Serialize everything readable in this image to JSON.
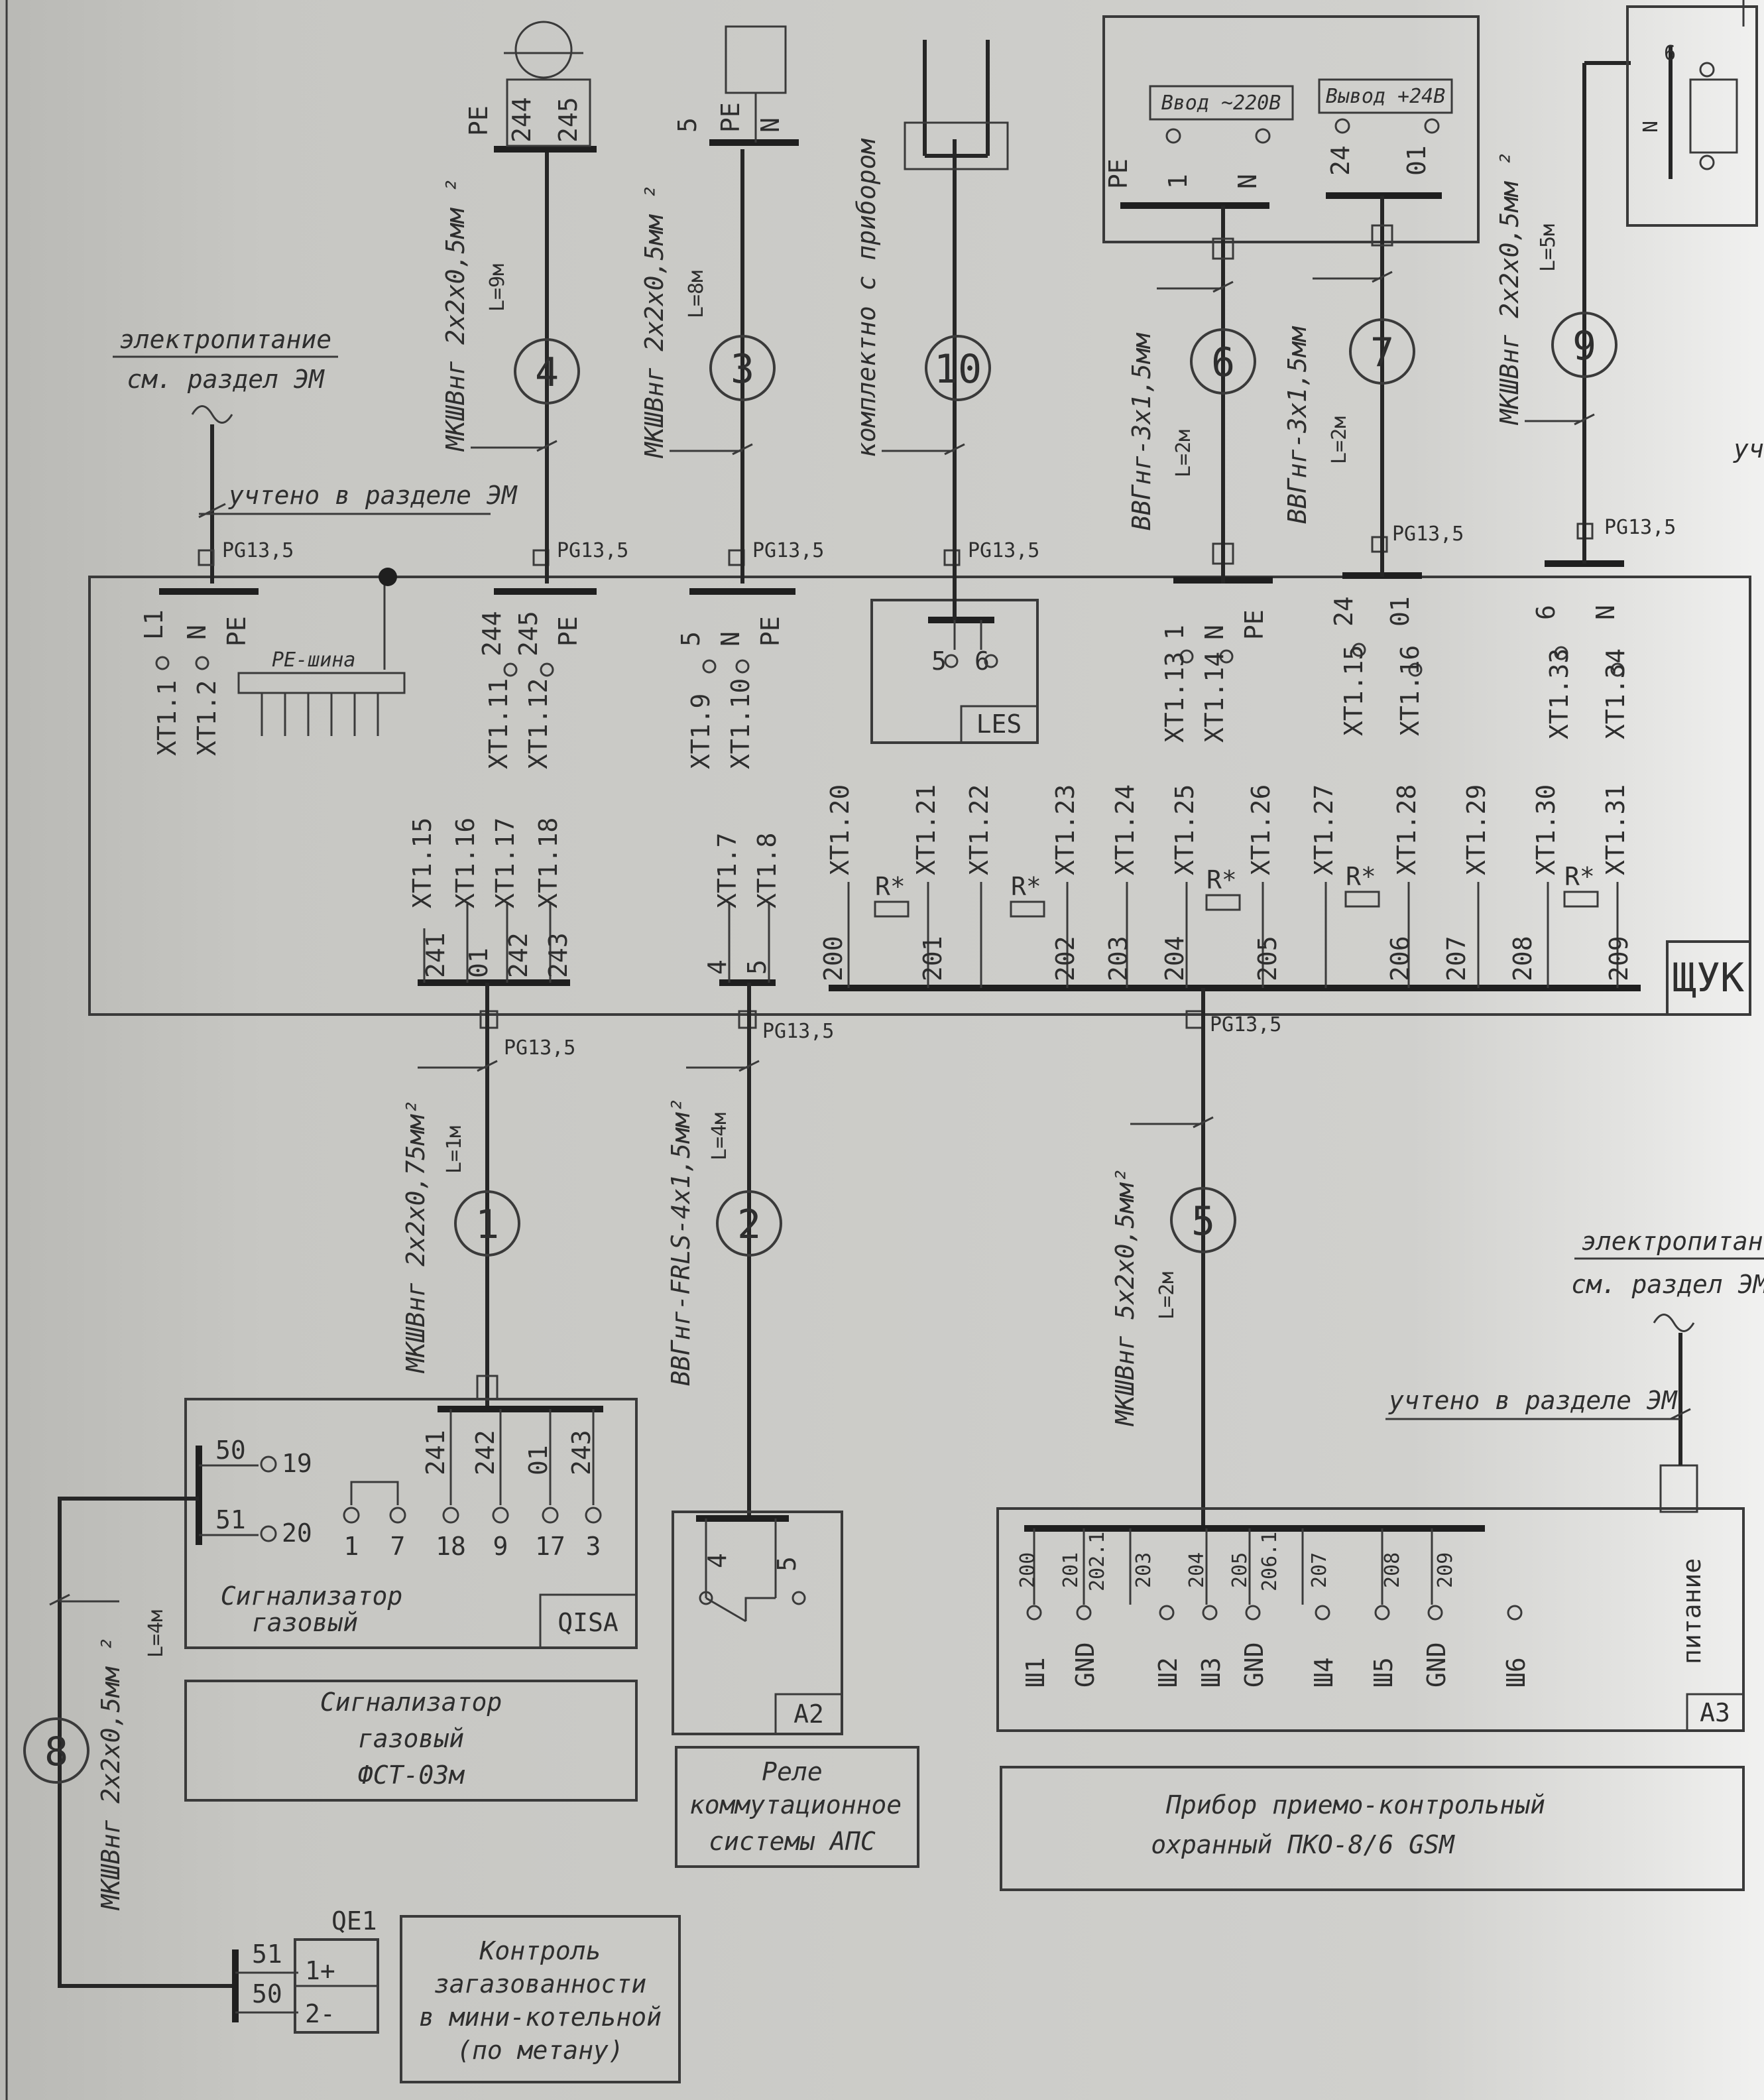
{
  "diagram": {
    "cable_numbers": [
      "1",
      "2",
      "3",
      "4",
      "5",
      "6",
      "7",
      "8",
      "9",
      "10"
    ],
    "cables": {
      "c1": {
        "spec": "МКШВнг 2х2х0,75мм²",
        "length": "L=1м"
      },
      "c2": {
        "spec": "ВВГнг-FRLS-4x1,5мм²",
        "length": "L=4м"
      },
      "c3": {
        "spec": "МКШВнг 2х2х0,5мм ²",
        "length": "L=8м"
      },
      "c4": {
        "spec": "МКШВнг 2х2х0,5мм ²",
        "length": "L=9м"
      },
      "c5": {
        "spec": "МКШВнг 5х2х0,5мм²",
        "length": "L=2м"
      },
      "c6": {
        "spec": "ВВГнг-3х1,5мм",
        "length": "L=2м"
      },
      "c7": {
        "spec": "ВВГнг-3х1,5мм",
        "length": "L=2м"
      },
      "c8": {
        "spec": "МКШВнг 2х2х0,5мм ²",
        "length": "L=4м"
      },
      "c9": {
        "spec": "МКШВнг 2х2х0,5мм ²",
        "length": "L=5м"
      },
      "c10": {
        "spec": "комплектно с прибором",
        "length": ""
      }
    },
    "power": {
      "line1": "электропитание",
      "line2": "см. раздел ЭМ",
      "accounted": "учтено в разделе ЭМ",
      "line1_right": "электропитан",
      "line2_right": "см. раздел ЭМ",
      "accounted_right": "учтено в разделе ЭМ",
      "edge_fragment": "уч"
    },
    "gland": "PG13,5",
    "pe_bus": "PE-шина",
    "top_terminals": {
      "g1": [
        "L1",
        "N",
        "PE"
      ],
      "g1_xt": [
        "XT1.1",
        "XT1.2"
      ],
      "g2": [
        "244",
        "245",
        "PE"
      ],
      "g2_xt": [
        "XT1.11",
        "XT1.12"
      ],
      "g3": [
        "5",
        "N",
        "PE"
      ],
      "g3_xt": [
        "XT1.9",
        "XT1.10"
      ],
      "g4": [
        "5",
        "6"
      ],
      "g4_label": "LES",
      "g5": [
        "1",
        "N",
        "PE"
      ],
      "g5_xt": [
        "XT1.13",
        "XT1.14"
      ],
      "g6": [
        "24",
        "01"
      ],
      "g6_xt": [
        "XT1.15",
        "XT1.16"
      ],
      "g7": [
        "6",
        "N"
      ],
      "g7_xt": [
        "XT1.33",
        "XT1.34"
      ]
    },
    "bottom_xt": [
      "XT1.15",
      "XT1.16",
      "XT1.17",
      "XT1.18",
      "XT1.7",
      "XT1.8",
      "XT1.20",
      "XT1.21",
      "XT1.22",
      "XT1.23",
      "XT1.24",
      "XT1.25",
      "XT1.26",
      "XT1.27",
      "XT1.28",
      "XT1.29",
      "XT1.30",
      "XT1.31"
    ],
    "bottom_wires": [
      "241",
      "01",
      "242",
      "243",
      "4",
      "5",
      "200",
      "201",
      "202",
      "203",
      "204",
      "205",
      "206",
      "207",
      "208",
      "209"
    ],
    "resistor": "R*",
    "panel": "ЩУК",
    "top_devices": {
      "d4_pins": [
        "244",
        "245",
        "PE"
      ],
      "d3_pins": [
        "5",
        "PE",
        "N"
      ],
      "in220": "Ввод ~220В",
      "in220_pins": [
        "PE",
        "1",
        "N"
      ],
      "out24": "Вывод +24В",
      "out24_pins": [
        "24",
        "01"
      ],
      "d9_pins": [
        "6",
        "N"
      ]
    },
    "qisa": {
      "tag": "QISA",
      "title1": "Сигнализатор",
      "title2": "газовый",
      "pins_left": [
        "50",
        "51"
      ],
      "pin_nums_left": [
        "19",
        "20"
      ],
      "wires": [
        "241",
        "242",
        "01",
        "243"
      ],
      "pins": [
        "1",
        "7",
        "18",
        "9",
        "17",
        "3"
      ],
      "desc1": "Сигнализатор",
      "desc2": "газовый",
      "desc3": "ФСТ-03м"
    },
    "a2": {
      "tag": "A2",
      "pins": [
        "4",
        "5"
      ],
      "desc1": "Реле",
      "desc2": "коммутационное",
      "desc3": "системы АПС"
    },
    "a3": {
      "tag": "A3",
      "wires": [
        "200",
        "201",
        "202.1",
        "203",
        "204",
        "205",
        "206.1",
        "207",
        "208",
        "209"
      ],
      "pins": [
        "Ш1",
        "GND",
        "Ш2",
        "Ш3",
        "GND",
        "Ш4",
        "Ш5",
        "GND",
        "Ш6"
      ],
      "power": "питание",
      "desc1": "Прибор приемо-контрольный",
      "desc2": "охранный ПКО-8/6 GSM"
    },
    "qe1": {
      "tag": "QE1",
      "wires": [
        "51",
        "50"
      ],
      "pins": [
        "1+",
        "2-"
      ],
      "desc1": "Контроль",
      "desc2": "загазованности",
      "desc3": "в мини-котельной",
      "desc4": "(по метану)"
    }
  }
}
